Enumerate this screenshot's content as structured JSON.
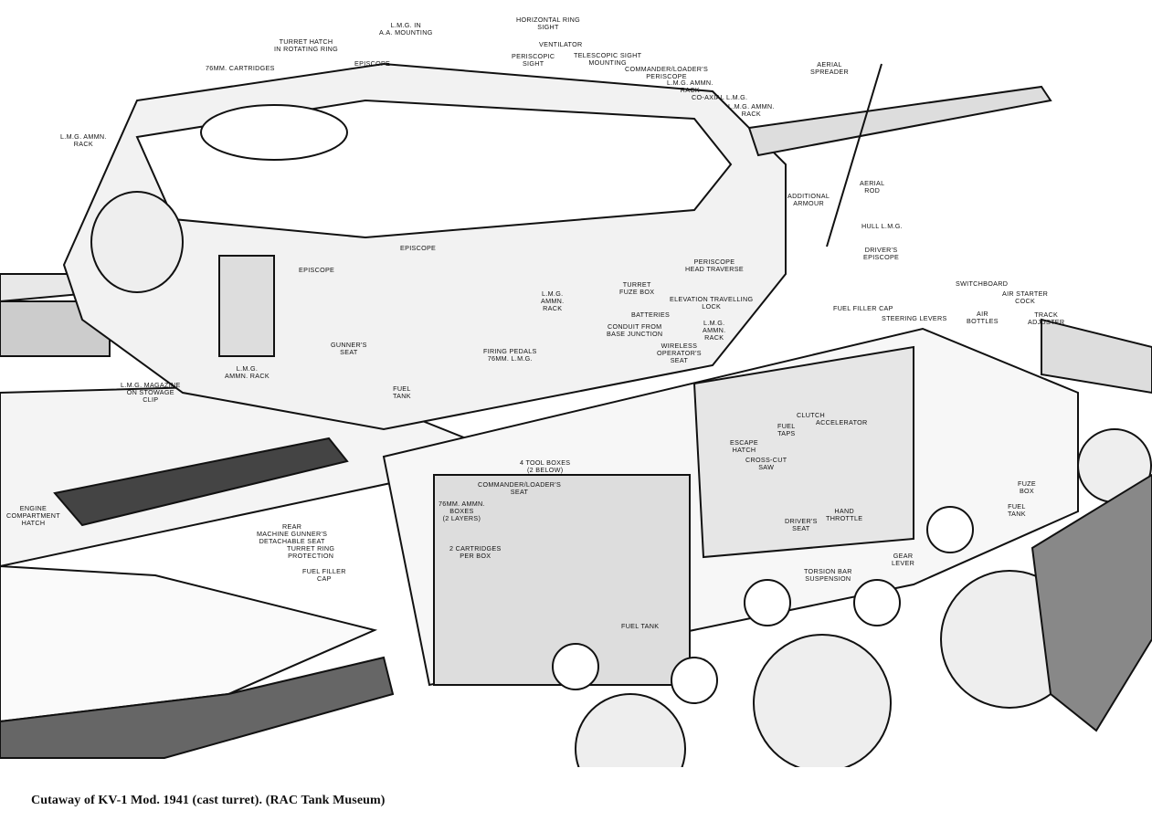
{
  "caption": "Cutaway of KV-1 Mod. 1941 (cast turret). (RAC Tank Museum)",
  "labels": {
    "lmg_aa": "L.M.G. IN\nA.A. MOUNTING",
    "horiz_ring_sight": "HORIZONTAL RING\nSIGHT",
    "turret_hatch": "TURRET HATCH\nIN ROTATING RING",
    "ventilator": "VENTILATOR",
    "cartridges_76": "76MM. CARTRIDGES",
    "episcope_top": "EPISCOPE",
    "periscopic_sight": "PERISCOPIC\nSIGHT",
    "telescopic_sight": "TELESCOPIC SIGHT\nMOUNTING",
    "cmdr_periscope": "COMMANDER/LOADER'S\nPERISCOPE",
    "lmg_ammn_rack_top": "L.M.G. AMMN.\nRACK",
    "coaxial_lmg": "CO-AXIAL L.M.G.",
    "lmg_ammn_rack_top2": "L.M.G. AMMN.\nRACK",
    "aerial_spreader": "AERIAL\nSPREADER",
    "lmg_ammn_rack_left": "L.M.G. AMMN.\nRACK",
    "aerial_rod": "AERIAL\nROD",
    "additional_armour": "ADDITIONAL\nARMOUR",
    "hull_lmg": "HULL L.M.G.",
    "drivers_episcope": "DRIVER'S\nEPISCOPE",
    "episcope_mid": "EPISCOPE",
    "episcope_left": "EPISCOPE",
    "periscope_head": "PERISCOPE\nHEAD TRAVERSE",
    "turret_fuze_box": "TURRET\nFUZE BOX",
    "lmg_ammn_rack_mid": "L.M.G.\nAMMN.\nRACK",
    "elevation_lock": "ELEVATION TRAVELLING\nLOCK",
    "switchboard": "SWITCHBOARD",
    "fuel_filler_cap_top": "FUEL FILLER CAP",
    "steering_levers": "STEERING LEVERS",
    "air_starter_cock": "AIR STARTER\nCOCK",
    "air_bottles": "AIR\nBOTTLES",
    "track_adjuster": "TRACK\nADJUSTER",
    "batteries": "BATTERIES",
    "conduit": "CONDUIT FROM\nBASE JUNCTION",
    "lmg_ammn_rack_right": "L.M.G.\nAMMN.\nRACK",
    "gunners_seat": "GUNNER'S\nSEAT",
    "lmg_ammn_rack_bottom": "L.M.G.\nAMMN. RACK",
    "firing_pedals": "FIRING PEDALS\n76MM.   L.M.G.",
    "wireless_seat": "WIRELESS\nOPERATOR'S\nSEAT",
    "lmg_magazine": "L.M.G. MAGAZINE\nON STOWAGE\nCLIP",
    "fuel_tank_turret": "FUEL\nTANK",
    "clutch": "CLUTCH",
    "accelerator": "ACCELERATOR",
    "fuel_taps": "FUEL\nTAPS",
    "escape_hatch": "ESCAPE\nHATCH",
    "crosscut_saw": "CROSS-CUT\nSAW",
    "tool_boxes": "4 TOOL BOXES\n(2 BELOW)",
    "cmdr_seat": "COMMANDER/LOADER'S\nSEAT",
    "ammn_boxes": "76MM. AMMN.\nBOXES\n(2 LAYERS)",
    "engine_hatch": "ENGINE\nCOMPARTMENT\nHATCH",
    "rear_mg_seat": "REAR\nMACHINE GUNNER'S\nDETACHABLE SEAT",
    "turret_ring": "TURRET RING\nPROTECTION",
    "cartridges_per_box": "2 CARTRIDGES\nPER BOX",
    "drivers_seat": "DRIVER'S\nSEAT",
    "hand_throttle": "HAND\nTHROTTLE",
    "fuze_box": "FUZE\nBOX",
    "fuel_tank_right": "FUEL\nTANK",
    "gear_lever": "GEAR\nLEVER",
    "torsion_bar": "TORSION BAR\nSUSPENSION",
    "fuel_filler_cap_bottom": "FUEL FILLER\nCAP",
    "fuel_tank_bottom": "FUEL TANK"
  }
}
